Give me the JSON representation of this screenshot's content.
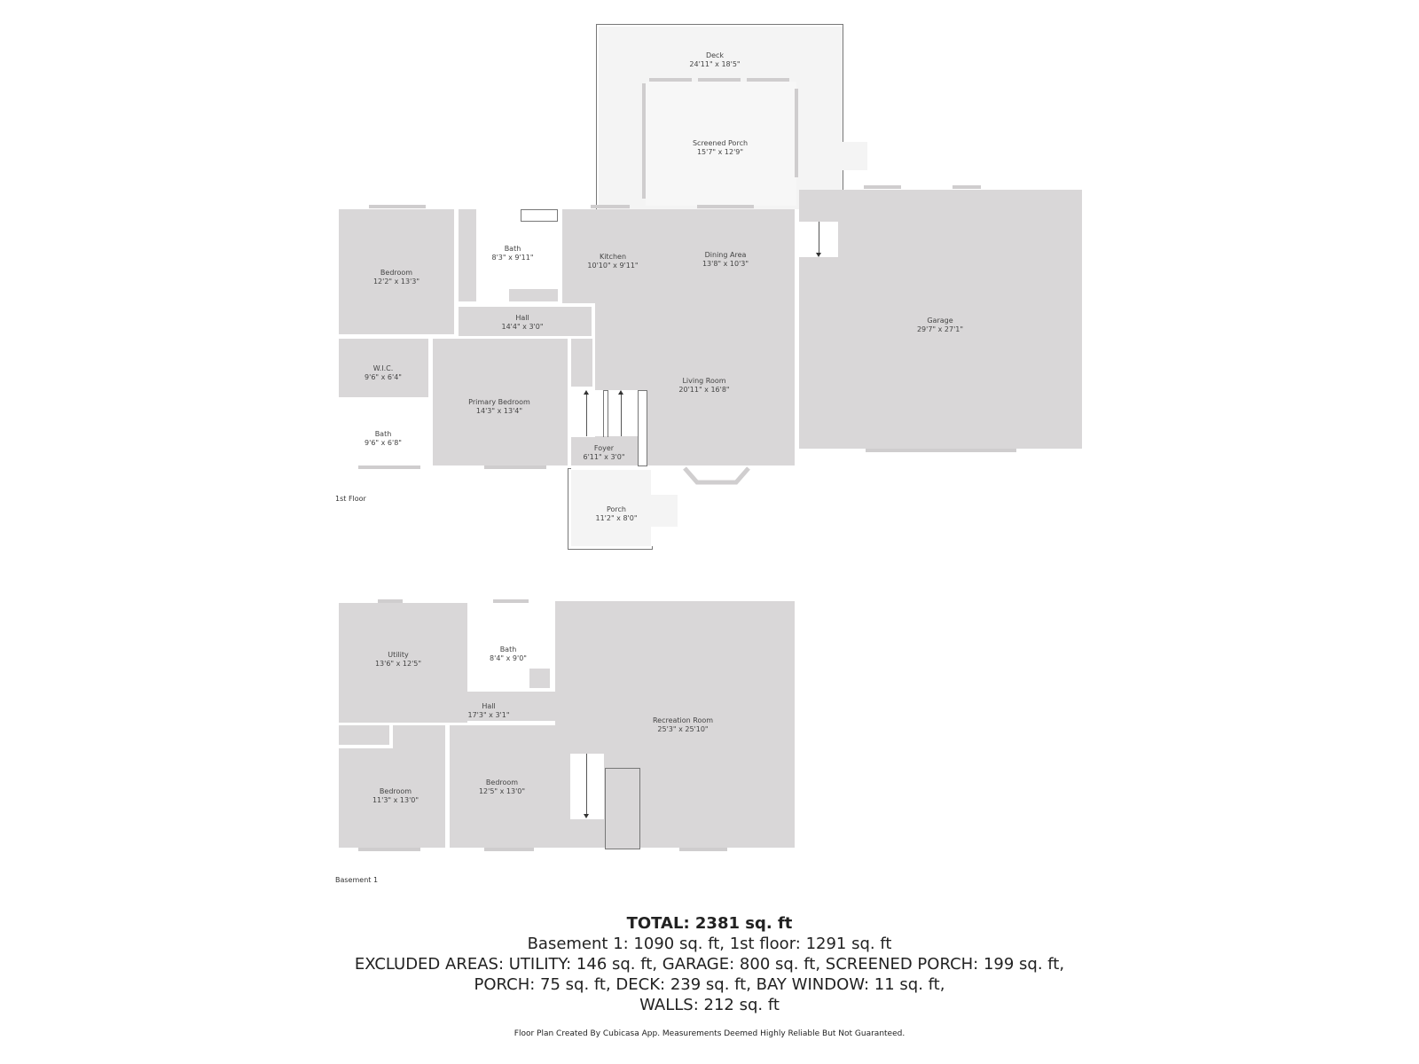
{
  "floors": {
    "first_floor": {
      "label": "1st Floor",
      "rooms": {
        "deck": {
          "name": "Deck",
          "dims": "24'11\" x 18'5\""
        },
        "screened_porch": {
          "name": "Screened Porch",
          "dims": "15'7\" x 12'9\""
        },
        "bedroom": {
          "name": "Bedroom",
          "dims": "12'2\" x 13'3\""
        },
        "bath": {
          "name": "Bath",
          "dims": "8'3\" x 9'11\""
        },
        "kitchen": {
          "name": "Kitchen",
          "dims": "10'10\" x 9'11\""
        },
        "dining_area": {
          "name": "Dining Area",
          "dims": "13'8\" x 10'3\""
        },
        "hall": {
          "name": "Hall",
          "dims": "14'4\" x 3'0\""
        },
        "wic": {
          "name": "W.I.C.",
          "dims": "9'6\" x 6'4\""
        },
        "primary_bedroom": {
          "name": "Primary Bedroom",
          "dims": "14'3\" x 13'4\""
        },
        "primary_bath": {
          "name": "Bath",
          "dims": "9'6\" x 6'8\""
        },
        "living_room": {
          "name": "Living Room",
          "dims": "20'11\" x 16'8\""
        },
        "foyer": {
          "name": "Foyer",
          "dims": "6'11\" x 3'0\""
        },
        "porch": {
          "name": "Porch",
          "dims": "11'2\" x 8'0\""
        },
        "garage": {
          "name": "Garage",
          "dims": "29'7\" x 27'1\""
        }
      }
    },
    "basement": {
      "label": "Basement 1",
      "rooms": {
        "utility": {
          "name": "Utility",
          "dims": "13'6\" x 12'5\""
        },
        "bath": {
          "name": "Bath",
          "dims": "8'4\" x 9'0\""
        },
        "hall": {
          "name": "Hall",
          "dims": "17'3\" x 3'1\""
        },
        "recreation_room": {
          "name": "Recreation Room",
          "dims": "25'3\" x 25'10\""
        },
        "bedroom_1": {
          "name": "Bedroom",
          "dims": "11'3\" x 13'0\""
        },
        "bedroom_2": {
          "name": "Bedroom",
          "dims": "12'5\" x 13'0\""
        }
      }
    }
  },
  "summary": {
    "total": "TOTAL: 2381 sq. ft",
    "line1": "Basement 1: 1090 sq. ft, 1st floor: 1291 sq. ft",
    "line2": "EXCLUDED AREAS: UTILITY: 146 sq. ft, GARAGE: 800 sq. ft, SCREENED PORCH: 199 sq. ft,",
    "line3": "PORCH: 75 sq. ft, DECK: 239 sq. ft, BAY WINDOW: 11 sq. ft,",
    "line4": "WALLS: 212 sq. ft"
  },
  "footer": "Floor Plan Created By Cubicasa App. Measurements Deemed Highly Reliable But Not Guaranteed.",
  "colors": {
    "room_fill": "#d9d7d8",
    "outdoor_fill": "#f4f4f4",
    "wall": "#ffffff",
    "text": "#444444"
  }
}
